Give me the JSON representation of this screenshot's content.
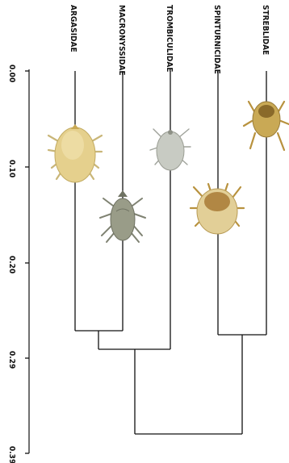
{
  "tree": {
    "axis": {
      "ticks": [
        "0.00",
        "0.10",
        "0.20",
        "0.29",
        "0.39"
      ]
    },
    "taxa": [
      {
        "label": "ARGASIDAE",
        "tip": 0.0
      },
      {
        "label": "MACRONYSSIDAE",
        "tip": 0.0
      },
      {
        "label": "TROMBICULIDAE",
        "tip": 0.0
      },
      {
        "label": "SPINTURNICIDAE",
        "tip": 0.0
      },
      {
        "label": "STREBLIDAE",
        "tip": 0.0
      }
    ],
    "nodes": [
      {
        "children": [
          "ARGASIDAE",
          "MACRONYSSIDAE"
        ],
        "depth": 0.27
      },
      {
        "children": [
          "ARGASIDAE+MACRONYSSIDAE",
          "TROMBICULIDAE"
        ],
        "depth": 0.29
      },
      {
        "children": [
          "SPINTURNICIDAE",
          "STREBLIDAE"
        ],
        "depth": 0.275
      },
      {
        "children": [
          "ARGASIDAE+MACRONYSSIDAE+TROMBICULIDAE",
          "SPINTURNICIDAE+STREBLIDAE"
        ],
        "depth": 0.38
      }
    ],
    "specimens": [
      {
        "taxon": "ARGASIDAE",
        "icon": "tick-argasid-icon",
        "color": "#e4cf8a"
      },
      {
        "taxon": "MACRONYSSIDAE",
        "icon": "mite-macronyssid-icon",
        "color": "#9a9d8a"
      },
      {
        "taxon": "TROMBICULIDAE",
        "icon": "chigger-mite-icon",
        "color": "#c9ccc4"
      },
      {
        "taxon": "SPINTURNICIDAE",
        "icon": "bat-mite-icon",
        "color": "#dcc489"
      },
      {
        "taxon": "STREBLIDAE",
        "icon": "bat-fly-icon",
        "color": "#c9a955"
      }
    ]
  }
}
